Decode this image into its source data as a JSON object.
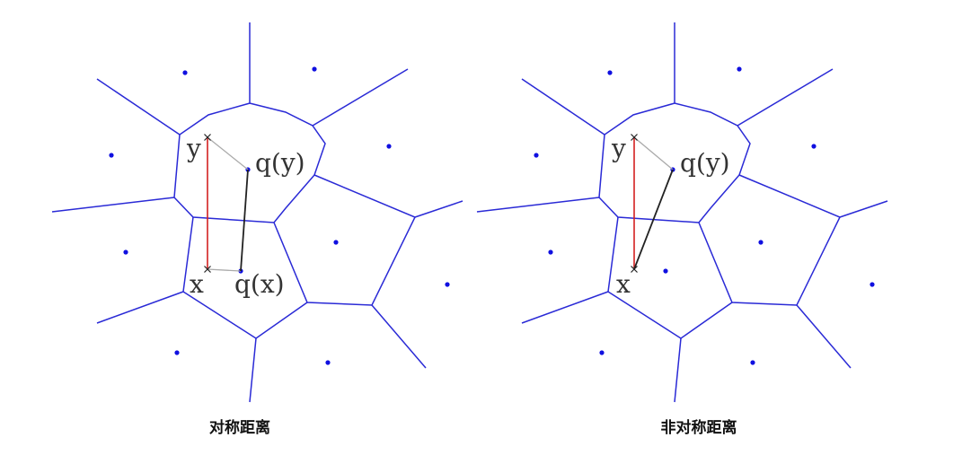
{
  "panels": [
    {
      "caption": "对称距离",
      "labels": {
        "y": "y",
        "qy": "q(y)",
        "x": "x",
        "qx": "q(x)"
      },
      "variant": "symmetric"
    },
    {
      "caption": "非对称距离",
      "labels": {
        "y": "y",
        "qy": "q(y)",
        "x": "x"
      },
      "variant": "asymmetric"
    }
  ],
  "colors": {
    "voronoi_edges": "#2a2ad6",
    "sites": "#1010e0",
    "distance_line": "#d42020",
    "quantized_line": "#222222",
    "assignment_line": "#aaaaaa"
  }
}
